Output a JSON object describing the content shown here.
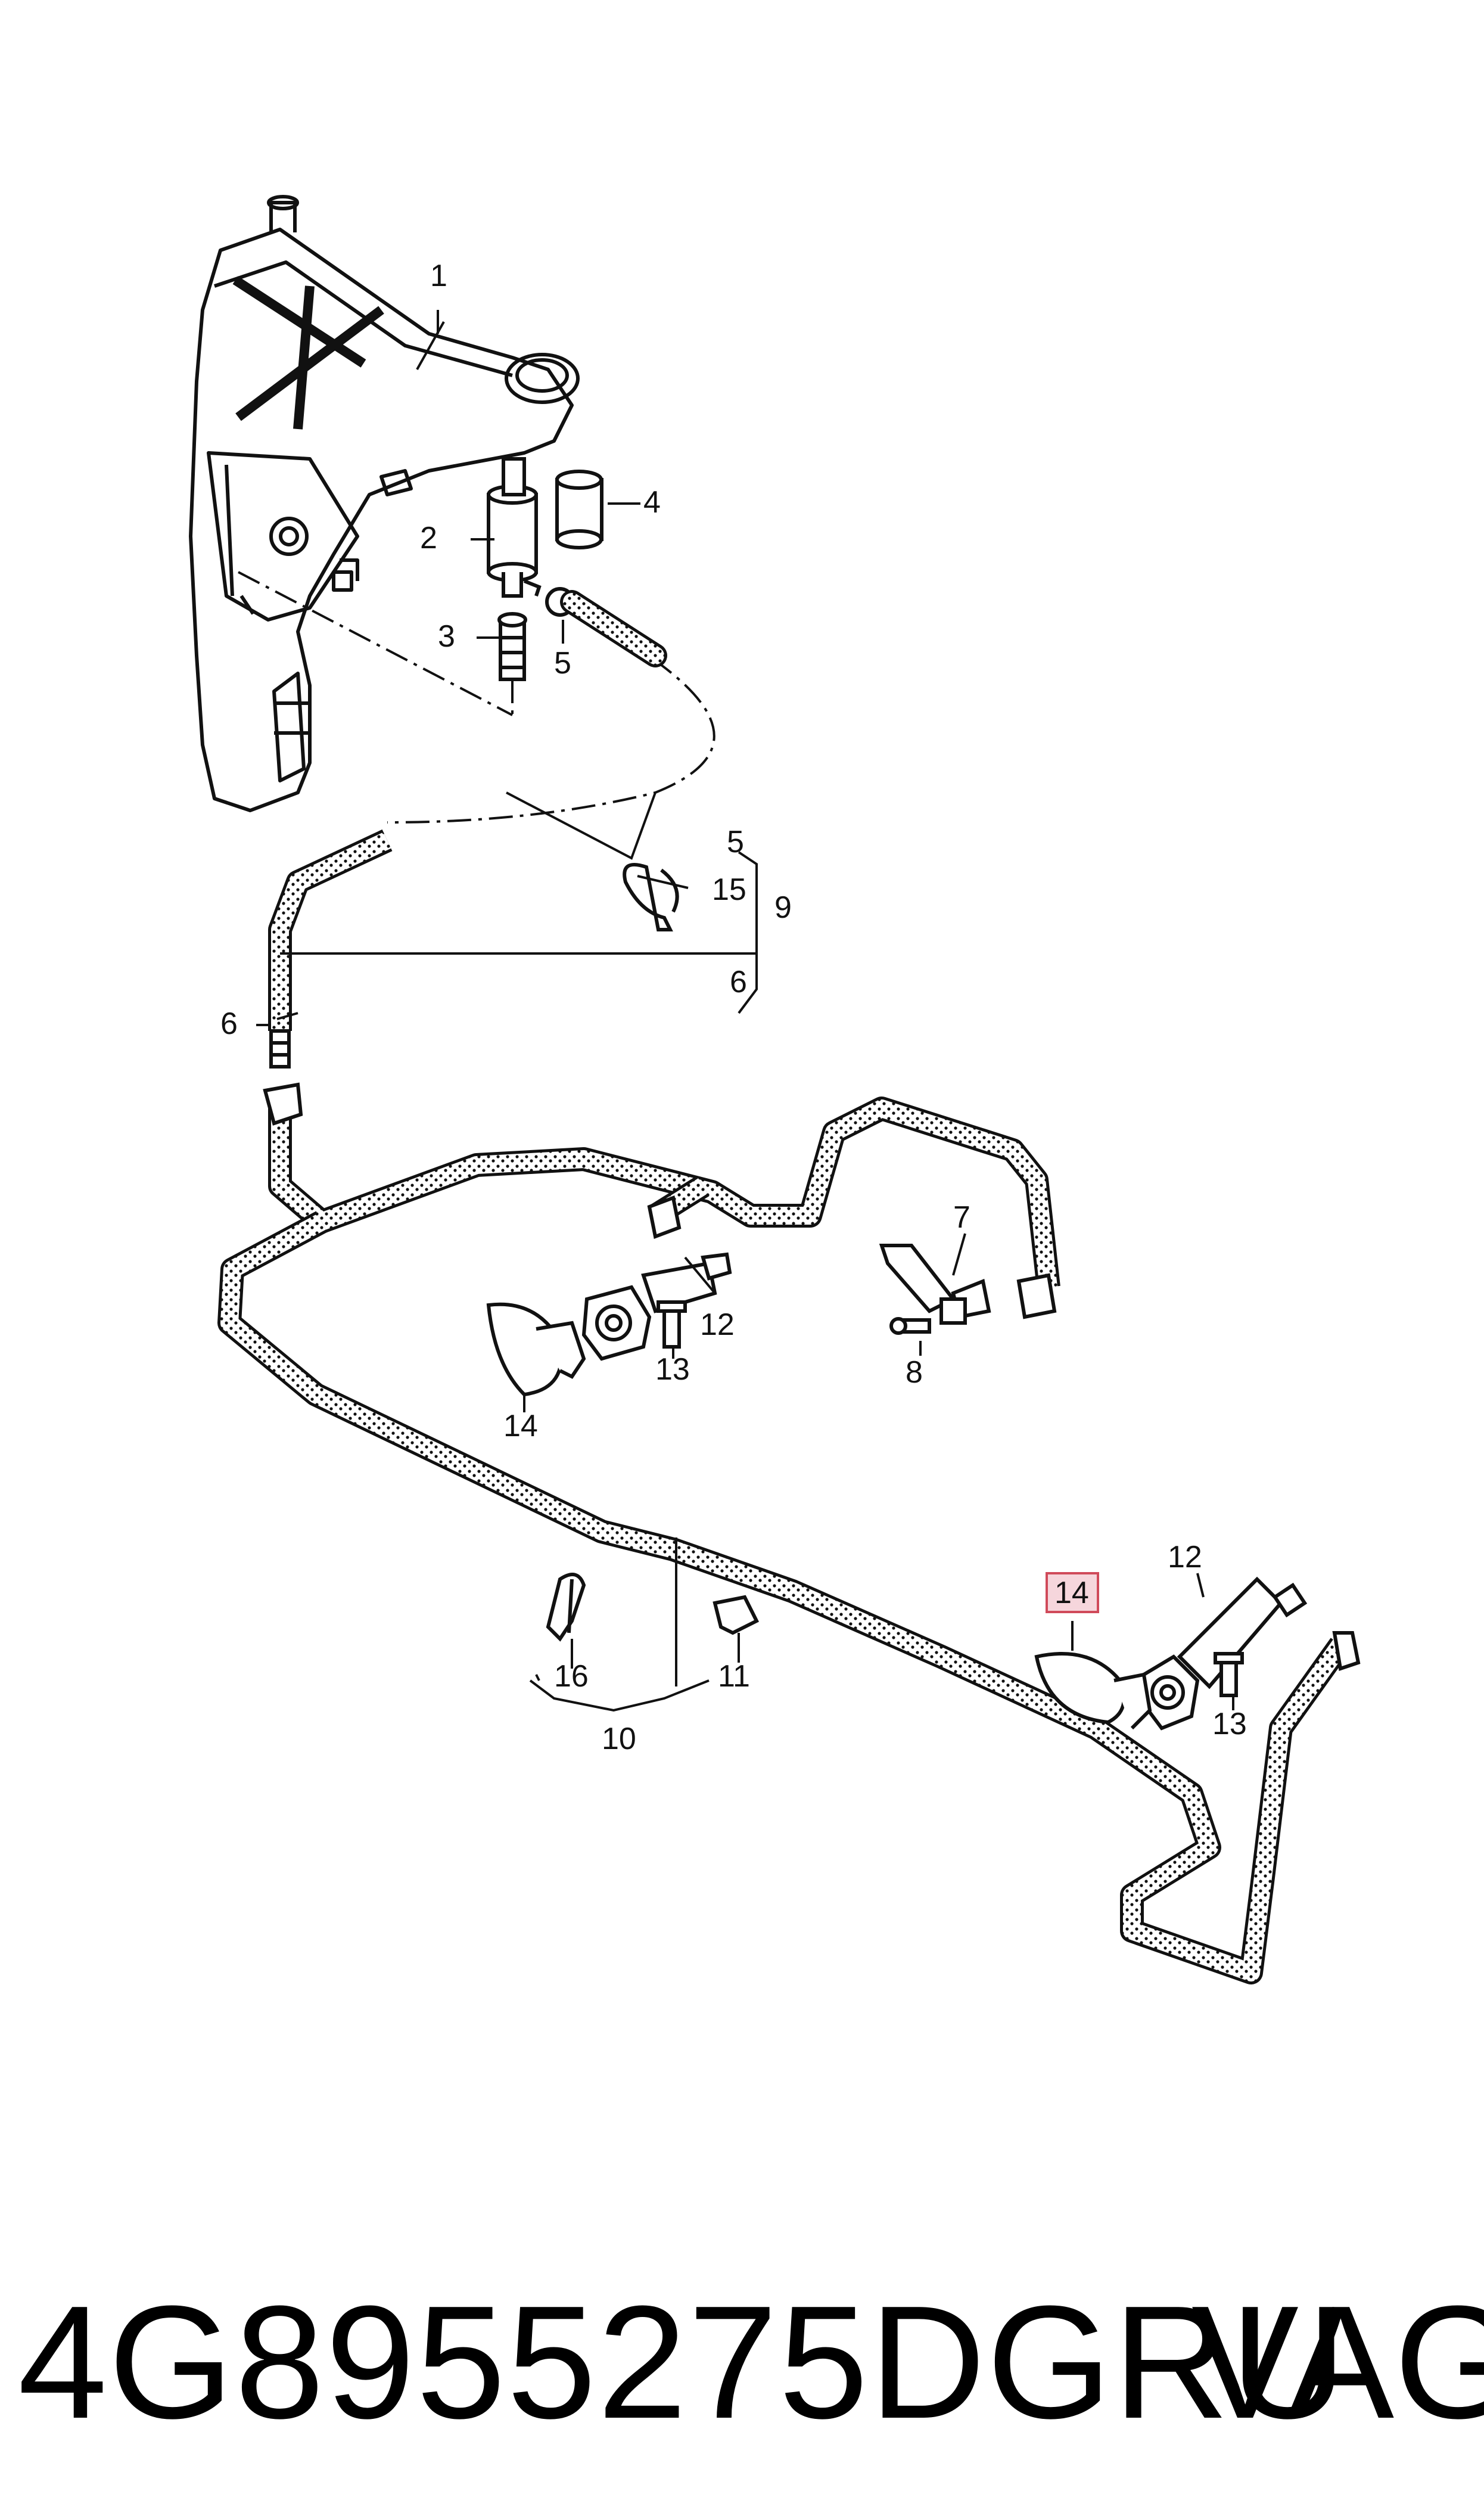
{
  "callouts": {
    "c1": "1",
    "c2": "2",
    "c3": "3",
    "c4": "4",
    "c5a": "5",
    "c5b": "5",
    "c15": "15",
    "c9": "9",
    "c6a": "6",
    "c6b": "6",
    "c7": "7",
    "c8": "8",
    "c12a": "12",
    "c13a": "13",
    "c14a": "14",
    "c12b": "12",
    "c14b": "14",
    "c13b": "13",
    "c16": "16",
    "c11": "11",
    "c10": "10"
  },
  "footer": {
    "part_number": "4G8955275DGRU",
    "brand": "VAG"
  },
  "colors": {
    "line": "#111111",
    "highlight_fill": "#f6d6dc",
    "highlight_stroke": "#d04a5a"
  }
}
